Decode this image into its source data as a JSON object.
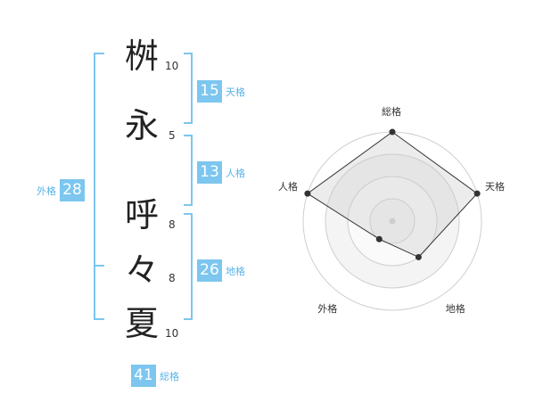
{
  "name": {
    "characters": [
      {
        "char": "桝",
        "strokes": "10"
      },
      {
        "char": "永",
        "strokes": "5"
      },
      {
        "char": "呼",
        "strokes": "8"
      },
      {
        "char": "々",
        "strokes": "8"
      },
      {
        "char": "夏",
        "strokes": "10"
      }
    ]
  },
  "scores": {
    "tenkaku": {
      "value": "15",
      "label": "天格"
    },
    "jinkaku": {
      "value": "13",
      "label": "人格"
    },
    "chikaku": {
      "value": "26",
      "label": "地格"
    },
    "gaikaku": {
      "value": "28",
      "label": "外格"
    },
    "soukaku": {
      "value": "41",
      "label": "総格"
    }
  },
  "colors": {
    "accent": "#7cc6ef",
    "accent_text": "#5ab3e8",
    "bracket": "#7cc6ef"
  },
  "chart_data": {
    "type": "radar",
    "axes": [
      "総格",
      "天格",
      "地格",
      "外格",
      "人格"
    ],
    "values": [
      4,
      4,
      2,
      1,
      4
    ],
    "max": 4,
    "rings": 4
  }
}
